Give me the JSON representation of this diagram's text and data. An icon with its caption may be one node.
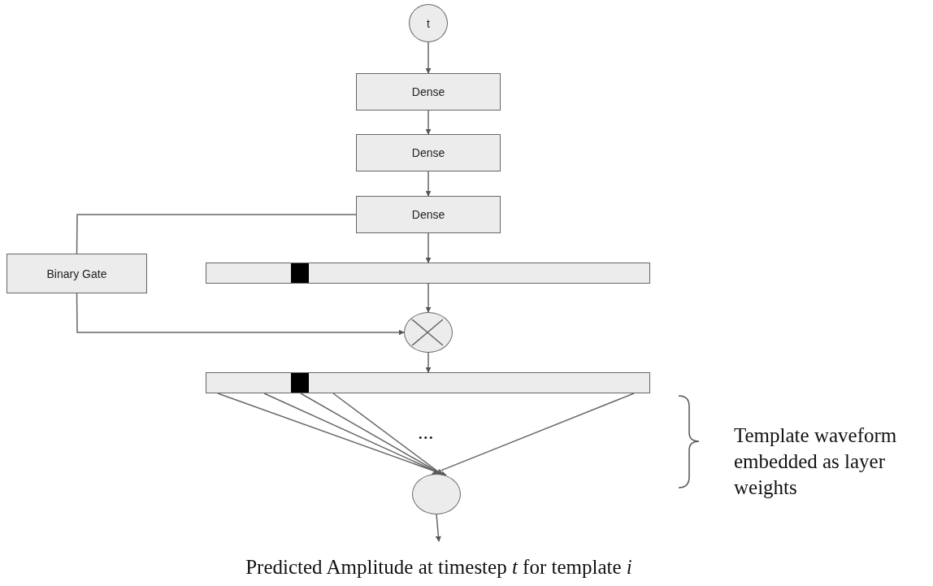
{
  "diagram": {
    "nodes": [
      {
        "text": [
          "t"
        ]
      },
      {
        "text": [
          "Dense"
        ]
      },
      {
        "text": [
          "Dense"
        ]
      },
      {
        "text": [
          "Dense"
        ]
      },
      {
        "text": [
          "Binary Gate"
        ]
      },
      {
        "text": [],
        "shape": "bar"
      },
      {
        "text": [],
        "shape": "circle"
      },
      {
        "text": [],
        "shape": "bar"
      },
      {
        "text": [],
        "shape": "circle"
      },
      {
        "text": [
          "Predicted Amplitude at timestep *t* for template *i*"
        ]
      }
    ],
    "edges": [
      {
        "from": 0,
        "to": 1,
        "arrow": "to"
      },
      {
        "from": 1,
        "to": 2,
        "arrow": "to"
      },
      {
        "from": 2,
        "to": 3,
        "arrow": "to"
      },
      {
        "from": 3,
        "to": 5,
        "arrow": "to"
      },
      {
        "from": 3,
        "to": 4,
        "arrow": "none"
      },
      {
        "from": 5,
        "to": 6,
        "arrow": "to"
      },
      {
        "from": 4,
        "to": 6,
        "arrow": "to"
      },
      {
        "from": 6,
        "to": 7,
        "arrow": "to"
      },
      {
        "from": 7,
        "to": 8,
        "arrow": "to"
      },
      {
        "from": 7,
        "to": 8,
        "arrow": "to"
      },
      {
        "from": 7,
        "to": 8,
        "arrow": "to"
      },
      {
        "from": 7,
        "to": 8,
        "arrow": "to"
      },
      {
        "from": 7,
        "to": 8,
        "arrow": "to"
      },
      {
        "from": 8,
        "to": 9,
        "arrow": "to"
      }
    ],
    "labels": [
      "...",
      "Template waveform embedded as layer weights"
    ]
  }
}
